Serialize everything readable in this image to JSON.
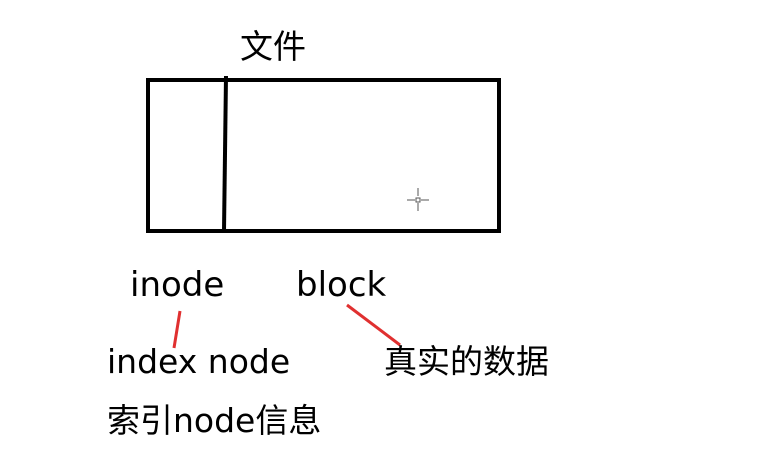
{
  "diagram": {
    "file_label": "文件",
    "inode_label": "inode",
    "block_label": "block",
    "inode_full_name": "index node",
    "block_description": "真实的数据",
    "inode_description": "索引node信息"
  },
  "colors": {
    "outline": "#000000",
    "connector": "#e03030",
    "background": "#ffffff"
  },
  "icons": {
    "cursor": "crosshair-cursor-icon"
  }
}
